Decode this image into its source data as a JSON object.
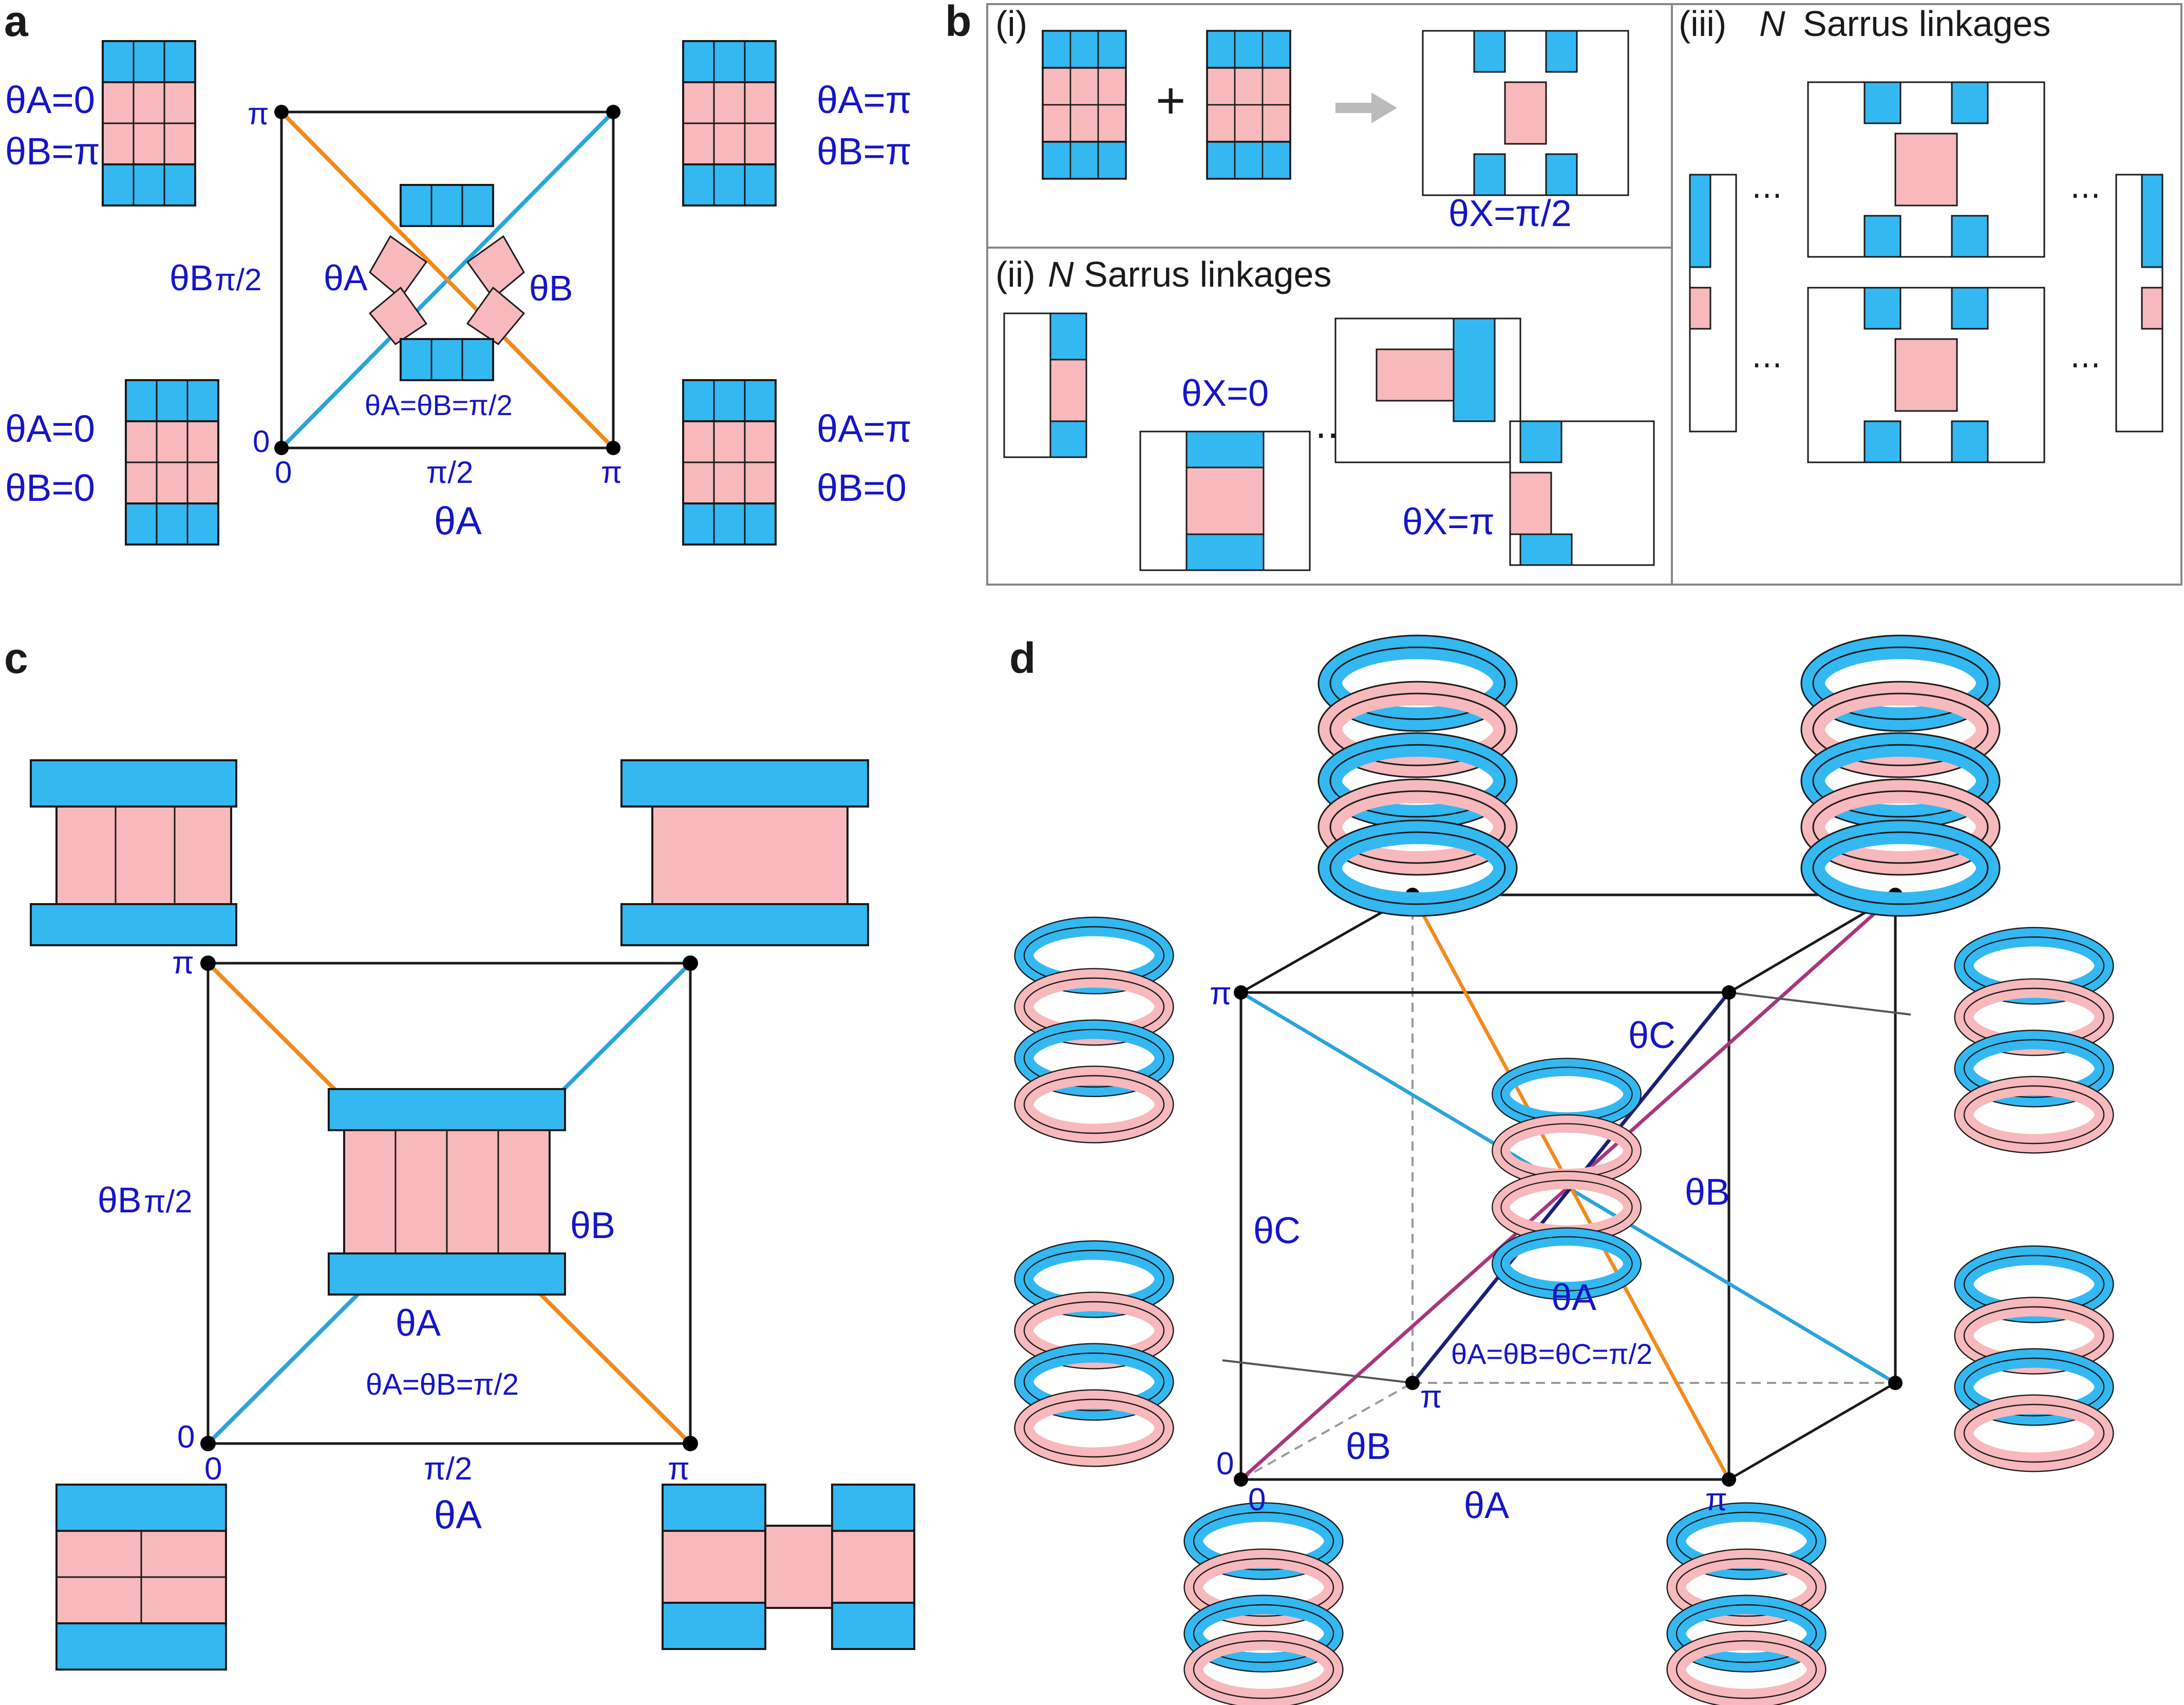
{
  "colors": {
    "blue": "#33b8f2",
    "pink": "#f7b9bb",
    "orange": "#f28a1c",
    "cyan": "#2ba3dc",
    "magenta": "#a8367f",
    "navy": "#1b1f7a",
    "text_blue": "#1515c8"
  },
  "panels": {
    "a": {
      "label": "a",
      "corner_labels": {
        "tl_a": "θA=0",
        "tl_b": "θB=π",
        "tr_a": "θA=π",
        "tr_b": "θB=π",
        "bl_a": "θA=0",
        "bl_b": "θB=0",
        "br_a": "θA=π",
        "br_b": "θB=0"
      },
      "tick_pi_y": "π",
      "tick_zero_y": "0",
      "tick_zero_x": "0",
      "tick_half_x": "π/2",
      "tick_pi_x": "π",
      "ylabel": "θB",
      "ylabel_tick": "π/2",
      "xlabel": "θA",
      "center_a": "θA",
      "center_b": "θB",
      "center_eq": "θA=θB=π/2"
    },
    "b": {
      "label": "b",
      "sub_i": "(i)",
      "sub_ii": "(ii)",
      "sub_ii_n": "N",
      "sub_ii_text": "Sarrus linkages",
      "sub_iii": "(iii)",
      "sub_iii_n": "N",
      "sub_iii_text": "Sarrus linkages",
      "theta_half": "θX=π/2",
      "theta_zero": "θX=0",
      "theta_pi": "θX=π",
      "plus": "+",
      "dots": "⋯"
    },
    "c": {
      "label": "c",
      "tick_pi_y": "π",
      "tick_zero_y": "0",
      "tick_zero_x": "0",
      "tick_half_x": "π/2",
      "tick_pi_x": "π",
      "ylabel": "θB",
      "ylabel_tick": "π/2",
      "xlabel": "θA",
      "center_b": "θB",
      "center_a": "θA",
      "center_eq": "θA=θB=π/2"
    },
    "d": {
      "label": "d",
      "tick_pi_c": "π",
      "tick_zero": "0",
      "tick_zero_x": "0",
      "tick_pi_x": "π",
      "tick_pi_b": "π",
      "label_c_axis": "θC",
      "label_b_axis": "θB",
      "label_a_axis": "θA",
      "center_c": "θC",
      "center_b": "θB",
      "center_a": "θA",
      "center_eq": "θA=θB=θC=π/2"
    }
  }
}
